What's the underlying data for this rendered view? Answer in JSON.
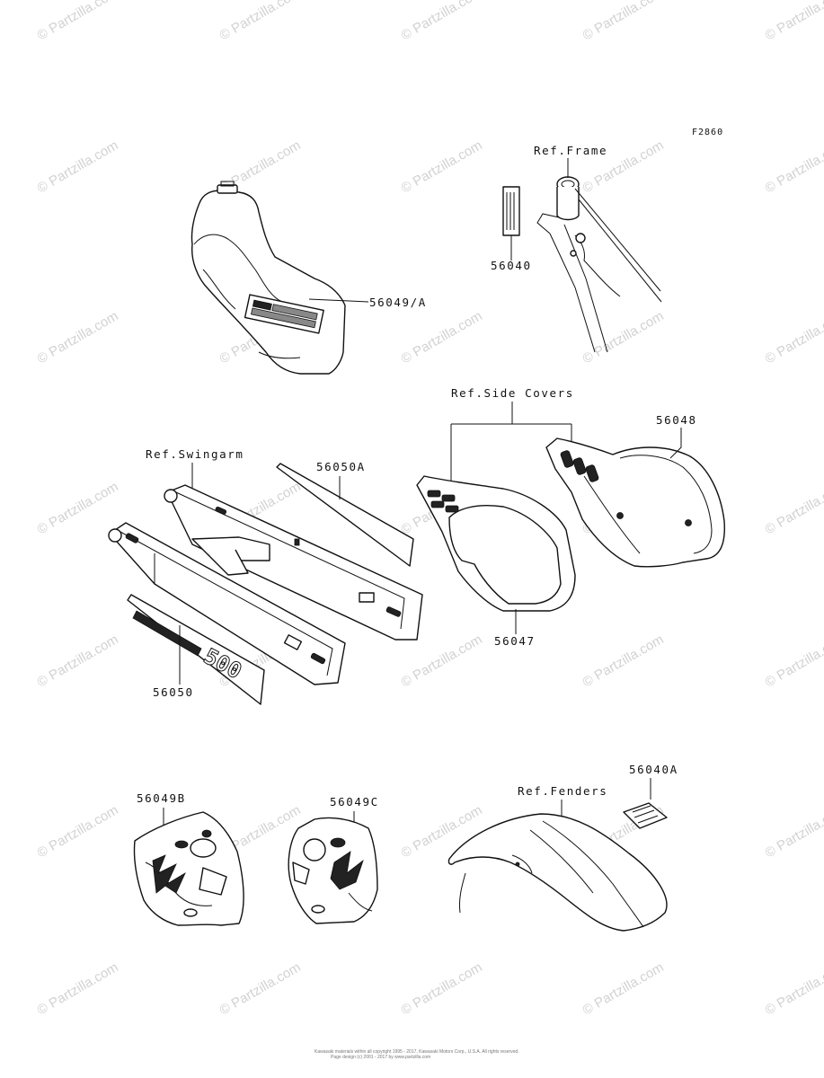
{
  "figure_code": "F2860",
  "watermark": "© Partzilla.com",
  "labels": {
    "ref_frame": "Ref.Frame",
    "part_56040": "56040",
    "part_56049_a": "56049/A",
    "ref_side_covers": "Ref.Side Covers",
    "part_56048": "56048",
    "ref_swingarm": "Ref.Swingarm",
    "part_56050a": "56050A",
    "part_56047": "56047",
    "part_56050": "56050",
    "decal_text": "500",
    "part_56049b": "56049B",
    "part_56049c": "56049C",
    "ref_fenders": "Ref.Fenders",
    "part_56040a": "56040A"
  },
  "footer": {
    "line1": "Kawasaki materials within all copyright 1995 - 2017, Kawasaki Motors Corp., U.S.A. All rights reserved.",
    "line2": "Page design (c) 2001 - 2017 by www.partzilla.com"
  }
}
